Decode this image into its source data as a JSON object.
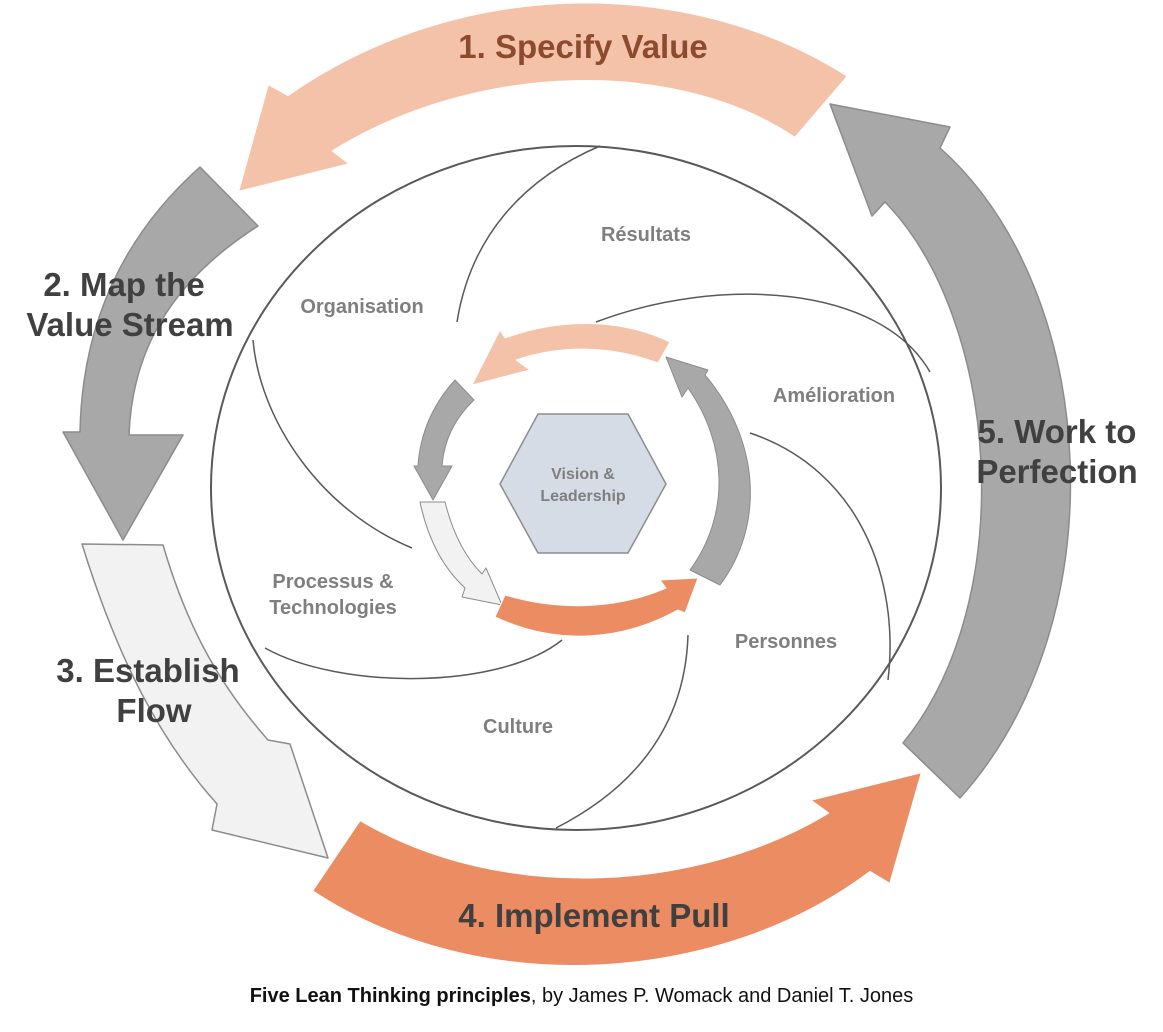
{
  "colors": {
    "value": "#F4C2A8",
    "map": "#A8A8A8",
    "flow": "#F2F2F2",
    "pull": "#EC8C63",
    "perfection": "#A8A8A8",
    "hexagon": "#D6DCE5",
    "text_gray": "#7F7F7F",
    "text_dark": "#444444",
    "text_value": "#8C4B2F"
  },
  "principles": {
    "p1": "1. Specify Value",
    "p2_line1": "2. Map the",
    "p2_line2": "Value Stream",
    "p3_line1": "3. Establish",
    "p3_line2": "Flow",
    "p4": "4. Implement Pull",
    "p5_line1": "5. Work to",
    "p5_line2": "Perfection"
  },
  "inner": {
    "resultats": "Résultats",
    "organisation": "Organisation",
    "amelioration": "Amélioration",
    "processus_line1": "Processus &",
    "processus_line2": "Technologies",
    "personnes": "Personnes",
    "culture": "Culture"
  },
  "center": {
    "line1": "Vision &",
    "line2": "Leadership"
  },
  "caption": {
    "bold": "Five Lean Thinking principles",
    "rest": ", by James P. Womack and Daniel T. Jones"
  }
}
